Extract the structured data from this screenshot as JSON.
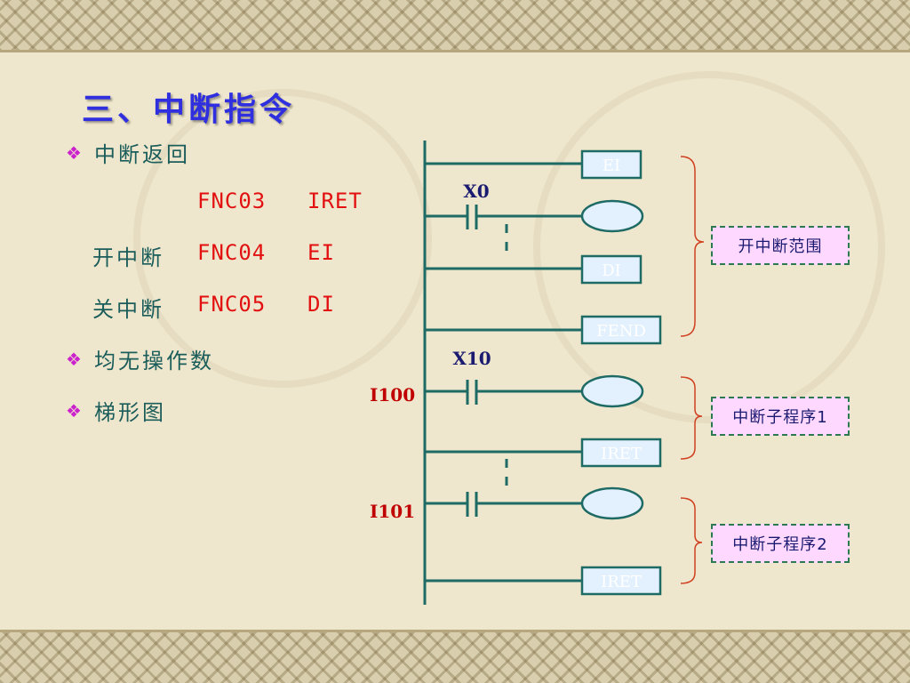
{
  "title": "三、中断指令",
  "bullets": {
    "return": "中断返回",
    "no_operand": "均无操作数",
    "ladder": "梯形图"
  },
  "instructions": [
    {
      "label": "",
      "code": "FNC03",
      "mnemonic": "IRET"
    },
    {
      "label": "开中断",
      "code": "FNC04",
      "mnemonic": "EI"
    },
    {
      "label": "关中断",
      "code": "FNC05",
      "mnemonic": "DI"
    }
  ],
  "ladder": {
    "contacts": {
      "x0": "X0",
      "x10": "X10"
    },
    "pointers": {
      "i100": "I100",
      "i101": "I101"
    },
    "instructions": {
      "ei": "EI",
      "di": "DI",
      "fend": "FEND",
      "iret1": "IRET",
      "iret2": "IRET"
    }
  },
  "ranges": {
    "enable": "开中断范围",
    "sub1": "中断子程序1",
    "sub2": "中断子程序2"
  },
  "colors": {
    "ladder_line": "#1e6a64",
    "instruction_fill": "#e3f1ff",
    "instruction_text": "#ffffff",
    "pointer_text": "#c00000",
    "contact_label": "#1a1a70",
    "range_fill": "#ffd8ff",
    "range_border": "#2d7a52"
  }
}
